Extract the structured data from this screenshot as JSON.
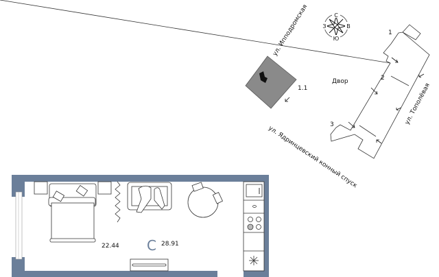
{
  "site_plan": {
    "compass": {
      "north": "С",
      "south": "Ю",
      "west": "З",
      "east": "В"
    },
    "streets": [
      "ул. Ипподромская",
      "ул. Ядринцевский конный спуск",
      "ул. Тополёвая"
    ],
    "courtyard_label": "Двор",
    "building_current": "1.1",
    "sections": [
      "1",
      "2",
      "3"
    ]
  },
  "floor_plan": {
    "area_room": "22.44",
    "area_total": "28.91",
    "room_marker": "С",
    "colors": {
      "wall": "#6b7f9a",
      "building": "#8a8a8a"
    }
  }
}
